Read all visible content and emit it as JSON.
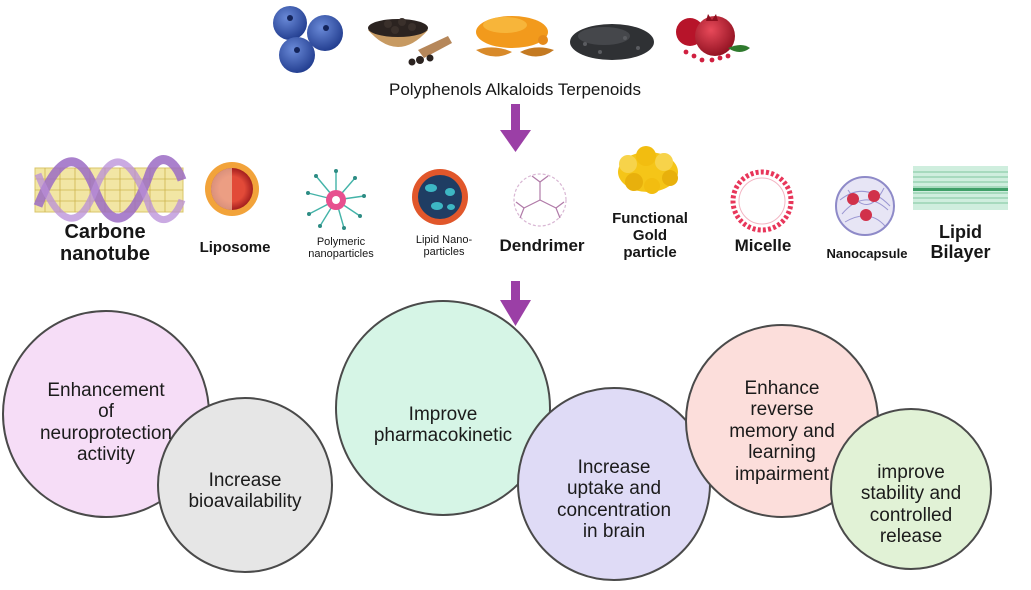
{
  "sources": {
    "label": "Polyphenols Alkaloids Terpenoids",
    "icons": [
      "blueberries-icon",
      "black-pepper-icon",
      "turmeric-icon",
      "black-seeds-icon",
      "pomegranate-icon"
    ]
  },
  "nanocarriers": [
    {
      "id": "carbon-nanotube",
      "label": "Carbone\nnanotube",
      "icon": "carbon-nanotube-icon"
    },
    {
      "id": "liposome",
      "label": "Liposome",
      "icon": "liposome-icon"
    },
    {
      "id": "polymeric-nanoparticles",
      "label": "Polymeric\nnanoparticles",
      "icon": "polymeric-nanoparticle-icon"
    },
    {
      "id": "lipid-nanoparticles",
      "label": "Lipid Nano-\nparticles",
      "icon": "lipid-nanoparticle-icon"
    },
    {
      "id": "dendrimer",
      "label": "Dendrimer",
      "icon": "dendrimer-icon"
    },
    {
      "id": "gold-particle",
      "label": "Functional\nGold\nparticle",
      "icon": "gold-particle-icon"
    },
    {
      "id": "micelle",
      "label": "Micelle",
      "icon": "micelle-icon"
    },
    {
      "id": "nanocapsule",
      "label": "Nanocapsule",
      "icon": "nanocapsule-icon"
    },
    {
      "id": "lipid-bilayer",
      "label": "Lipid\nBilayer",
      "icon": "lipid-bilayer-icon"
    }
  ],
  "benefits": [
    {
      "id": "neuroprotection",
      "label": "Enhancement\nof\nneuroprotection\nactivity",
      "color": "#f6ddf7"
    },
    {
      "id": "bioavailability",
      "label": "Increase\nbioavailability",
      "color": "#e6e6e6"
    },
    {
      "id": "pharmacokinetic",
      "label": "Improve\npharmacokinetic",
      "color": "#d6f5e6"
    },
    {
      "id": "brain-uptake",
      "label": "Increase\nuptake and\nconcentration\nin brain",
      "color": "#dfdbf6"
    },
    {
      "id": "memory",
      "label": "Enhance\nreverse\nmemory and\nlearning\nimpairment",
      "color": "#fcdedb"
    },
    {
      "id": "stability",
      "label": "improve\nstability and\ncontrolled\nrelease",
      "color": "#e1f2d6"
    }
  ],
  "colors": {
    "arrow": "#9b3fa6",
    "circle_border": "#4a4a4a"
  }
}
